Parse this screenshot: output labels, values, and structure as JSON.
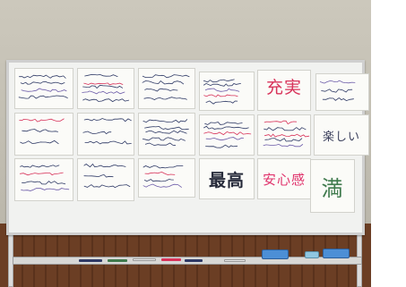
{
  "handwriting": {
    "jujitsu": "充実",
    "tanoshii": "楽しい",
    "saikou": "最高",
    "anshinkan": "安心感",
    "man": "満"
  },
  "colors": {
    "wall": "#c3bfb3",
    "wood": "#6b3e24",
    "board": "#f1f2f0",
    "ink_dark": "#2f3a66",
    "ink_red": "#d8335a",
    "ink_green": "#3f7a4d",
    "eraser_blue": "#4c8fd6"
  }
}
